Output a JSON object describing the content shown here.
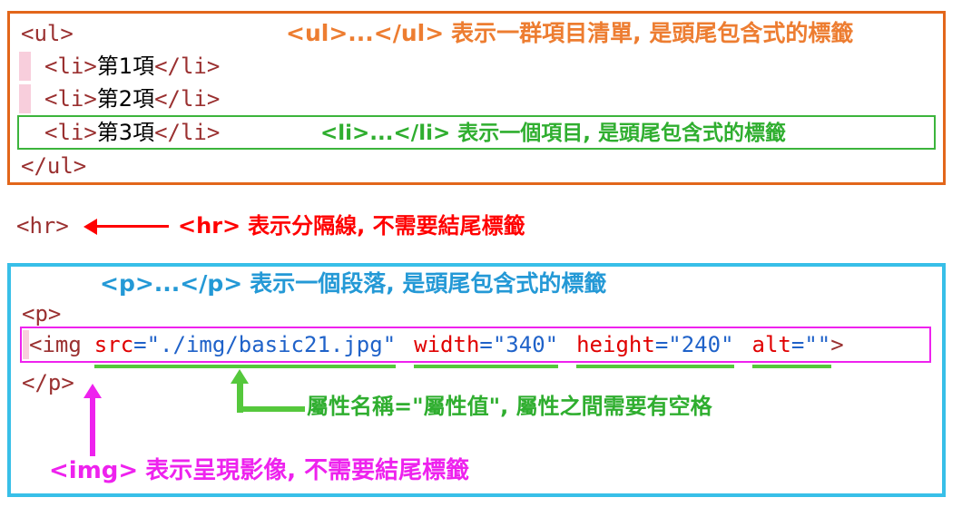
{
  "colors": {
    "orange_border": "#e2661a",
    "orange_text": "#ed7d31",
    "green_box": "#3cb43c",
    "green_text": "#2fae2f",
    "green_line": "#55c83c",
    "red": "#ff0000",
    "cyan_border": "#38bfe8",
    "blue_text": "#2499d6",
    "magenta": "#ee22ee",
    "code_tag": "#9a3030",
    "code_attr": "#e00000",
    "code_value": "#1f62c9",
    "code_text": "#1a1a1a",
    "pink_mark": "#f8cedc"
  },
  "ul_box": {
    "open_tag": "<ul>",
    "close_tag": "</ul>",
    "annotation": {
      "tag": "<ul>...</ul>",
      "text": "表示一群項目清單, 是頭尾包含式的標籤"
    },
    "items": [
      {
        "open": "<li>",
        "content": "第1項",
        "close": "</li>"
      },
      {
        "open": "<li>",
        "content": "第2項",
        "close": "</li>"
      },
      {
        "open": "<li>",
        "content": "第3項",
        "close": "</li>"
      }
    ],
    "li_annotation": {
      "tag": "<li>...</li>",
      "text": "表示一個項目, 是頭尾包含式的標籤"
    }
  },
  "hr_line": {
    "code": "<hr>",
    "annotation": {
      "tag": "<hr>",
      "text": "表示分隔線, 不需要結尾標籤"
    }
  },
  "p_box": {
    "p_annotation": {
      "tag": "<p>...</p>",
      "text": "表示一個段落, 是頭尾包含式的標籤"
    },
    "open_tag": "<p>",
    "close_tag": "</p>",
    "img_code": {
      "open": "<img",
      "attrs": [
        {
          "name": "src",
          "eq": "=",
          "value": "\"./img/basic21.jpg\""
        },
        {
          "name": "width",
          "eq": "=",
          "value": "\"340\""
        },
        {
          "name": "height",
          "eq": "=",
          "value": "\"240\""
        },
        {
          "name": "alt",
          "eq": "=",
          "value": "\"\""
        }
      ],
      "close": ">"
    },
    "attr_annotation": "屬性名稱=\"屬性值\", 屬性之間需要有空格",
    "img_annotation": {
      "tag": "<img>",
      "text": "表示呈現影像, 不需要結尾標籤"
    }
  }
}
